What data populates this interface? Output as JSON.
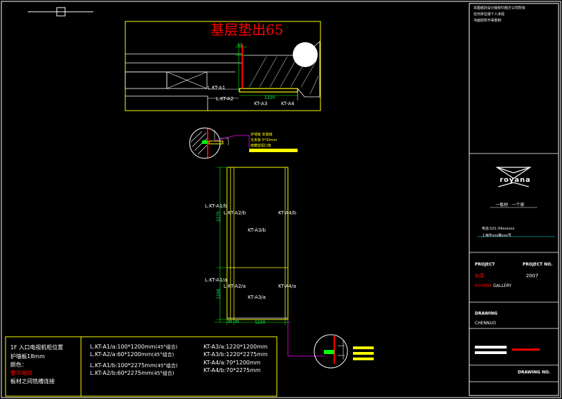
{
  "top_detail": {
    "title": "基层垫出65",
    "labels": [
      "L.KT-A1",
      "L.KT-A2",
      "KT-A3",
      "KT-A4"
    ],
    "dims": [
      "1220",
      "65"
    ]
  },
  "callout": {
    "notes": [
      "护墙板 安装缝",
      "无夹板 5*30mm",
      "暗藏蓝铝口条"
    ]
  },
  "elevation": {
    "labels_upper": [
      "L.KT-A1/b",
      "L.KT-A2/b",
      "KT-A3/b",
      "KT-A4/b"
    ],
    "labels_lower": [
      "L.KT-A1/a",
      "L.KT-A2/a",
      "KT-A3/a",
      "KT-A4/a"
    ],
    "dims": [
      "2275",
      "1200",
      "1220",
      "30",
      "30"
    ]
  },
  "info_box": {
    "line1": "1F 入口电视机柜位置",
    "line2": "护墙板18mm",
    "line3": "颜色：",
    "line4": "奢华暗纹",
    "line5": "板材之间铣槽连接"
  },
  "spec_col1": [
    {
      "label": "L.KT-A1/a:",
      "value": "100*1200mm",
      "note": "(45°组合)"
    },
    {
      "label": "L.KT-A2/a:",
      "value": "60*1200mm",
      "note": "(45°组合)"
    },
    {
      "label": "L.KT-A1/b:",
      "value": "100*2275mm",
      "note": "(45°组合)"
    },
    {
      "label": "L.KT-A2/b:",
      "value": "60*2275mm",
      "note": "(45°组合)"
    }
  ],
  "spec_col2": [
    {
      "label": "KT-A3/a:",
      "value": "1220*1200mm"
    },
    {
      "label": "KT-A3/b:",
      "value": "1220*2275mm"
    },
    {
      "label": "KT-A4/a:",
      "value": "70*1200mm"
    },
    {
      "label": "KT-A4/b:",
      "value": "70*2275mm"
    }
  ],
  "title_block": {
    "notes": [
      "本图纸的设计版权归我方公司所有",
      "任何单位或个人未经",
      "书面授权不得复制"
    ],
    "logo_text": "royana",
    "slogan": "一板材 · 一个家",
    "contact_line1": "电话:021-34xxxxxx",
    "contact_line2": "上海市xxx路xxx号",
    "project_label": "PROJECT",
    "project_no_label": "PROJECT NO.",
    "project_value": "如意",
    "project_no_value": "2007",
    "gallery_brand": "ROYANA",
    "gallery_text": "GALLERY",
    "drawing_label": "DRAWING",
    "drawing_value": "CHENNUO",
    "drawing_no_label": "DRAWING NO."
  },
  "colors": {
    "yellow": "#ffff00",
    "red": "#ff0000",
    "magenta": "#ff00ff",
    "green": "#00ff00",
    "white": "#ffffff"
  }
}
